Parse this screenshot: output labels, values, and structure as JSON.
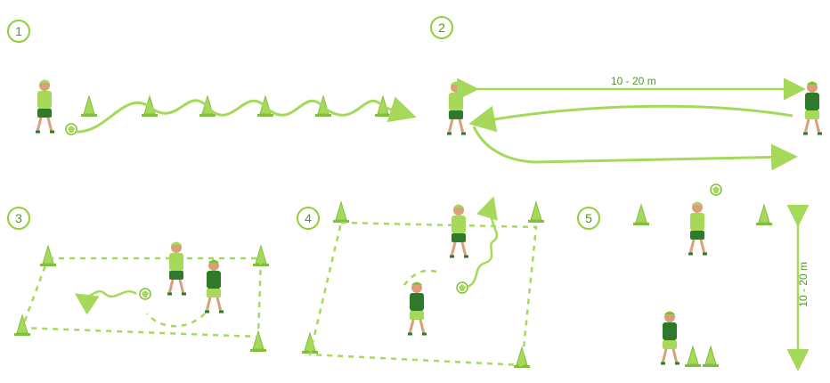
{
  "drills": [
    {
      "number": "1"
    },
    {
      "number": "2",
      "distance_label": "10 - 20 m"
    },
    {
      "number": "3"
    },
    {
      "number": "4"
    },
    {
      "number": "5",
      "distance_label": "10 - 20 m"
    }
  ],
  "colors": {
    "light": "#a6d95a",
    "mid": "#7fbf3b",
    "dark": "#2f7a2a",
    "skin": "#d9a07a",
    "cone": "#8fcf3a"
  }
}
